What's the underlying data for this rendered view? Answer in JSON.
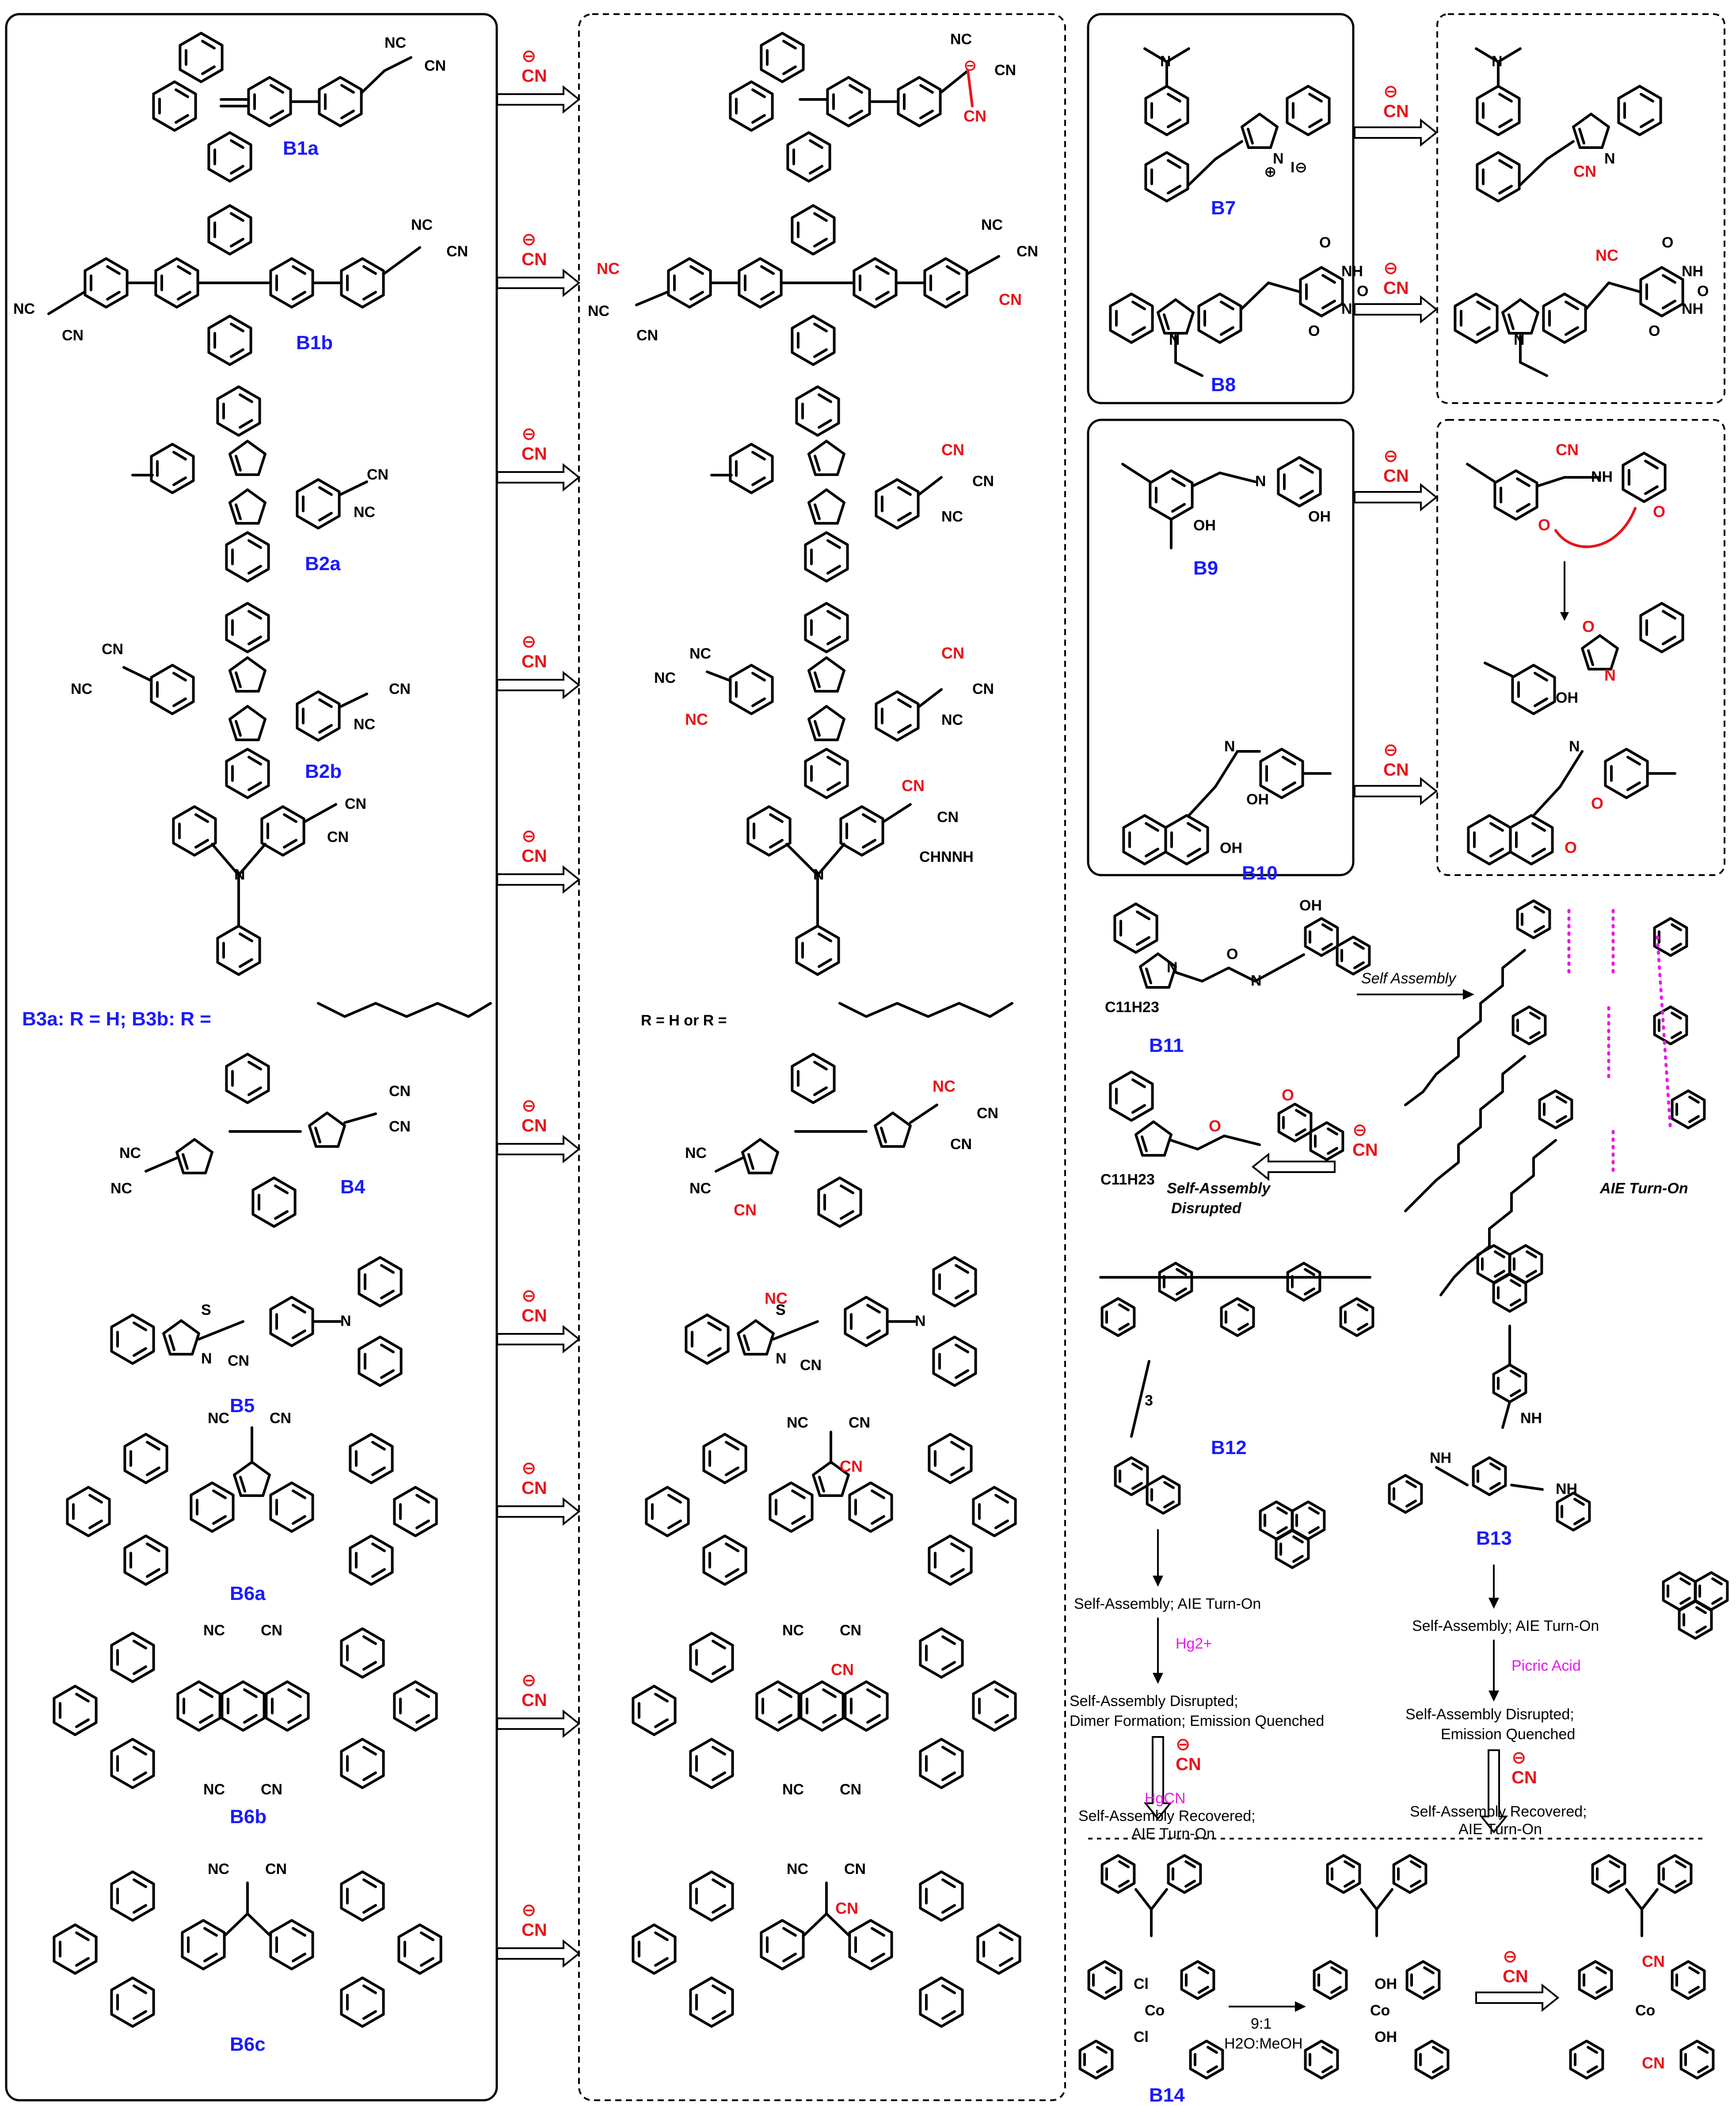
{
  "reagent": {
    "anion": "CN",
    "charge": "⊖"
  },
  "compounds": {
    "b1a": "B1a",
    "b1b": "B1b",
    "b2a": "B2a",
    "b2b": "B2b",
    "b3": "B3a: R = H; B3b: R =",
    "b3_product": "R = H or R =",
    "b4": "B4",
    "b5": "B5",
    "b6a": "B6a",
    "b6b": "B6b",
    "b6c": "B6c",
    "b7": "B7",
    "b8": "B8",
    "b9": "B9",
    "b10": "B10",
    "b11": "B11",
    "b12": "B12",
    "b13": "B13",
    "b14": "B14"
  },
  "atoms": {
    "nc": "NC",
    "cn": "CN",
    "n": "N",
    "o": "O",
    "s": "S",
    "nh": "NH",
    "h": "H",
    "oh": "OH",
    "cl": "Cl",
    "co": "Co",
    "i_minus": "I⊖",
    "n_plus": "⊕",
    "chnnh": "CHNNH",
    "c11h23": "C11H23",
    "three": "3"
  },
  "annotations": {
    "self_assembly": "Self Assembly",
    "aie_turn_on": "AIE Turn-On",
    "self_assembly_disrupted": "Self-Assembly Disrupted",
    "b12_step1": "Self-Assembly; AIE Turn-On",
    "b12_reagent": "Hg2+",
    "b12_step2_line1": "Self-Assembly Disrupted;",
    "b12_step2_line2": "Dimer Formation; Emission Quenched",
    "b12_byproduct": "HgCN",
    "b12_step3_line1": "Self-Assembly Recovered;",
    "b12_step3_line2": "AIE Turn-On",
    "b13_step1": "Self-Assembly; AIE Turn-On",
    "b13_reagent": "Picric Acid",
    "b13_step2_line1": "Self-Assembly Disrupted;",
    "b13_step2_line2": "Emission Quenched",
    "b13_step3_line1": "Self-Assembly Recovered;",
    "b13_step3_line2": "AIE Turn-On",
    "b14_solvent_ratio": "9:1",
    "b14_solvent": "H2O:MeOH"
  },
  "colors": {
    "label": "#1a1aff",
    "cyanide": "#e8141b",
    "highlight": "#e619e6",
    "line": "#000000"
  }
}
